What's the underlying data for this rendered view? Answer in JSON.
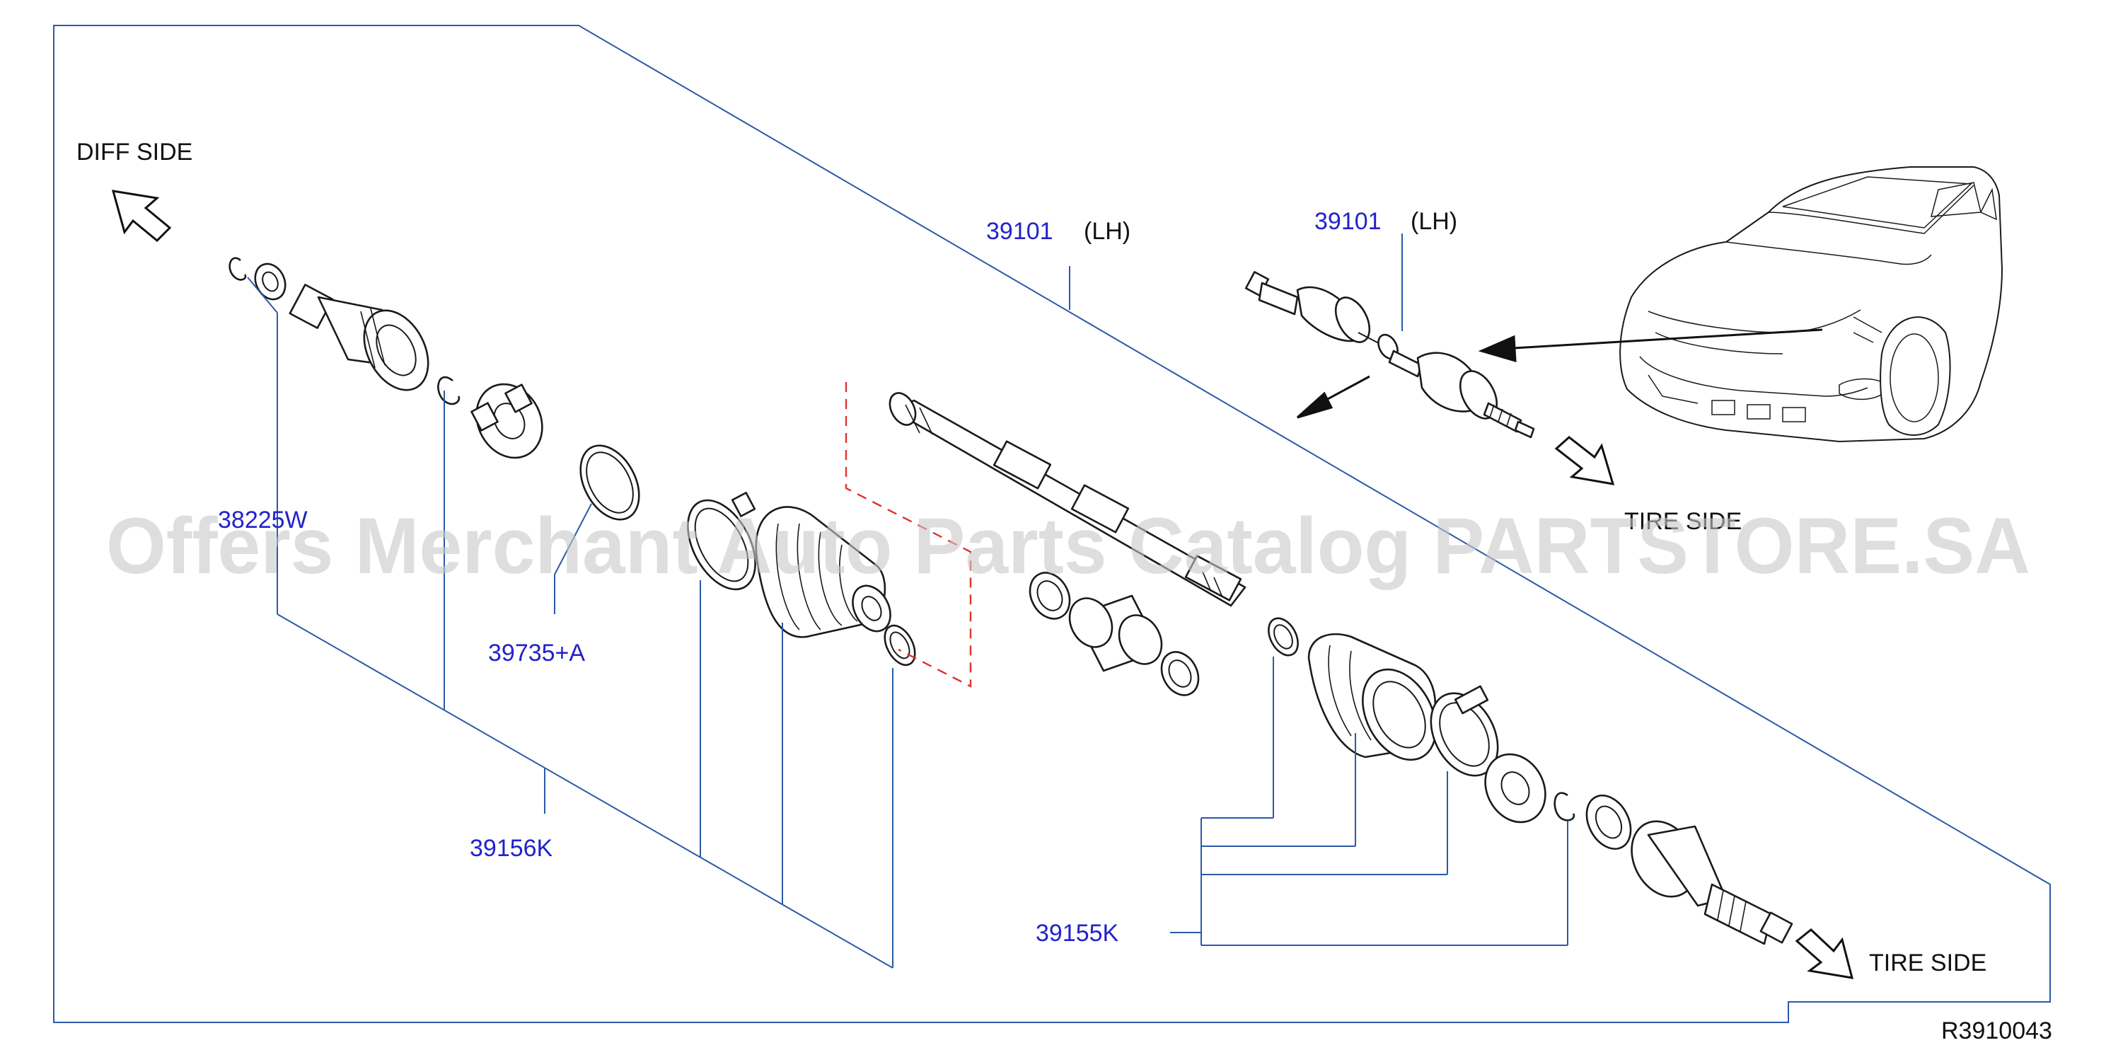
{
  "diagram": {
    "direction_labels": {
      "diff_side": "DIFF  SIDE",
      "tire_side": "TIRE  SIDE",
      "tire_side_inset": "TIRE  SIDE"
    },
    "part_labels": {
      "shaft_main_number": "39101",
      "shaft_main_side": "(LH)",
      "shaft_inset_number": "39101",
      "shaft_inset_side": "(LH)",
      "joint_inner": "38225W",
      "circlip_ring": "39735+A",
      "boot_kit_inner": "39156K",
      "boot_kit_outer": "39155K"
    },
    "reference_code": "R3910043",
    "watermark": "Offers Merchant Auto Parts Catalog PARTSTORE.SA"
  }
}
